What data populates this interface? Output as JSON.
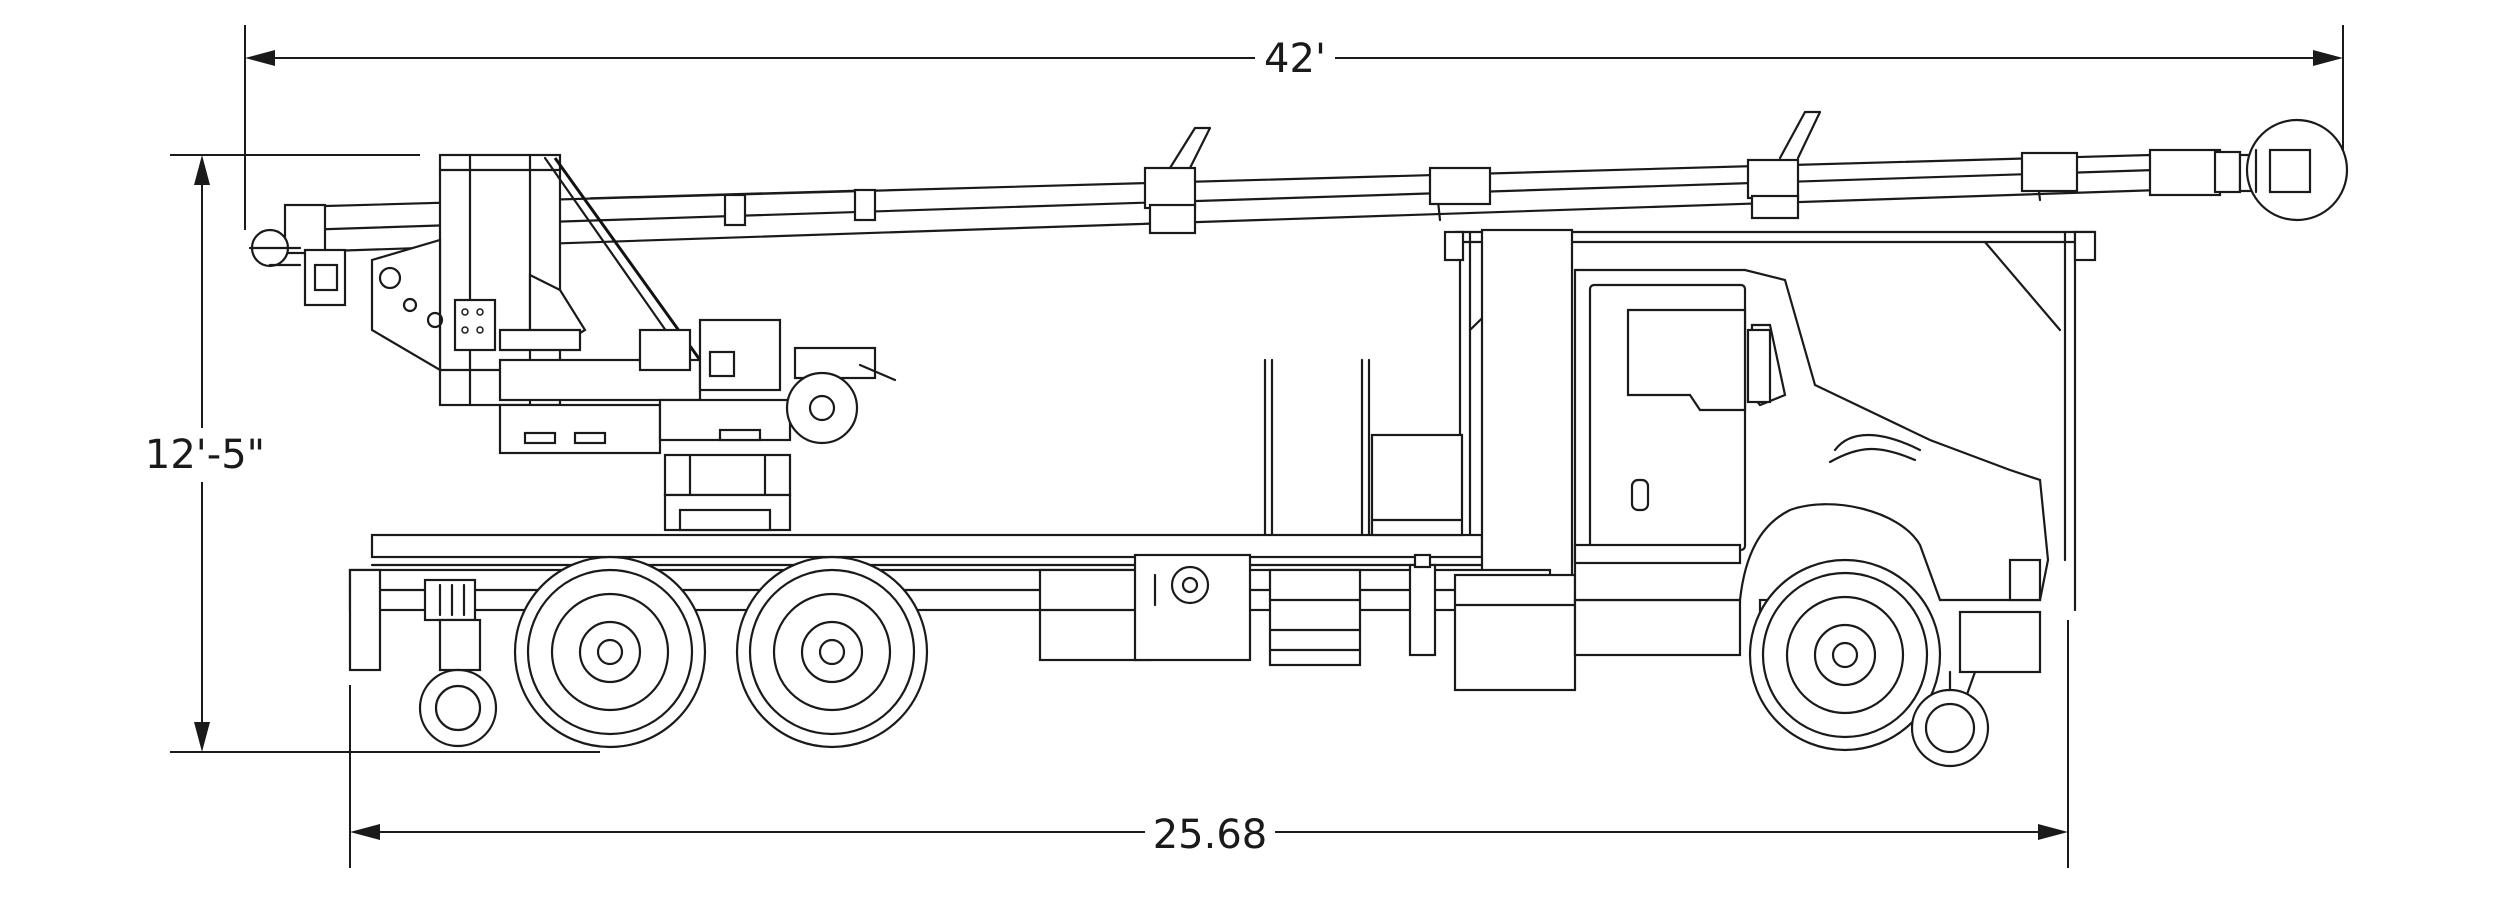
{
  "dimensions": {
    "overall_length": "42'",
    "height": "12'-5\"",
    "wheelbase_length": "25.68"
  }
}
